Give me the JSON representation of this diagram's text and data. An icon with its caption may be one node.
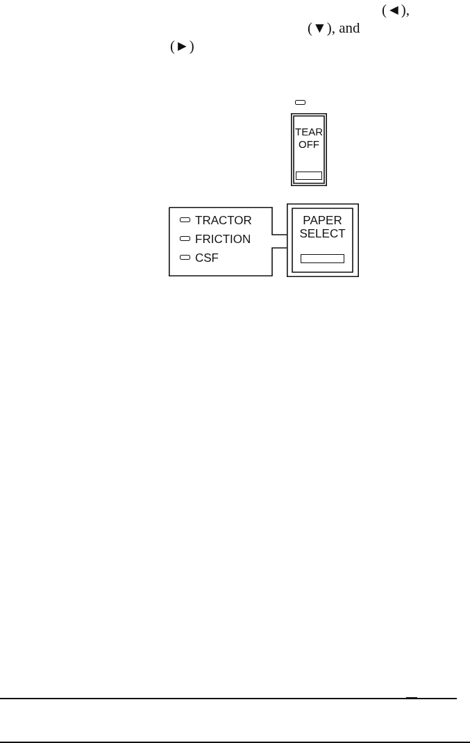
{
  "diagram": {
    "nodes": [
      {
        "text": [
          "TEAR OFF"
        ]
      },
      {
        "text": [
          "TRACTOR",
          "FRICTION",
          "CSF"
        ]
      },
      {
        "text": [
          "PAPER SELECT"
        ]
      }
    ],
    "labels": [
      "(◄),",
      "(▼), and",
      "(►)"
    ]
  }
}
